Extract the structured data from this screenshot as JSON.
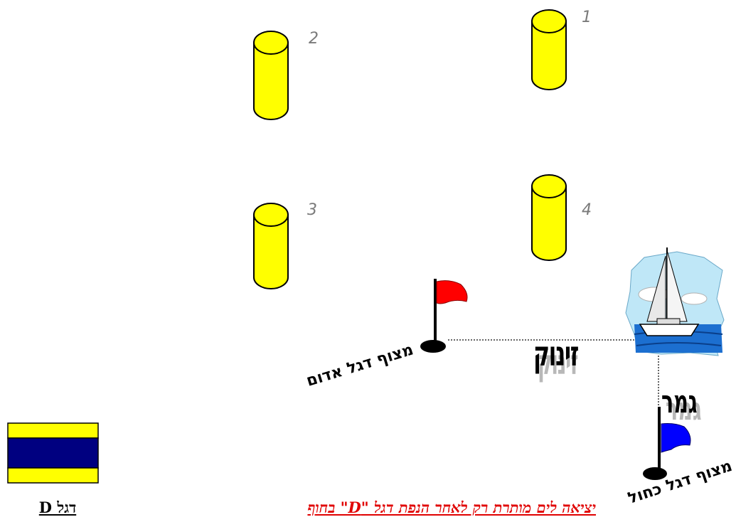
{
  "buoys": [
    {
      "number": "1"
    },
    {
      "number": "2"
    },
    {
      "number": "3"
    },
    {
      "number": "4"
    }
  ],
  "labels": {
    "red_observer": "מצוף דגל אדום",
    "blue_observer": "מצוף דגל כחול",
    "start": "זינוק",
    "finish": "גמר",
    "bottom_note": "יציאה לים מותרת רק לאחר הנפת דגל \"D\" בחוף",
    "flag_caption": "דגל D"
  },
  "colors": {
    "buoy_fill": "#ffff00",
    "red_flag": "#ff0000",
    "blue_flag": "#0000ff",
    "flag_d_yellow": "#ffff00",
    "flag_d_navy": "#000080",
    "note_text": "#e00000"
  }
}
